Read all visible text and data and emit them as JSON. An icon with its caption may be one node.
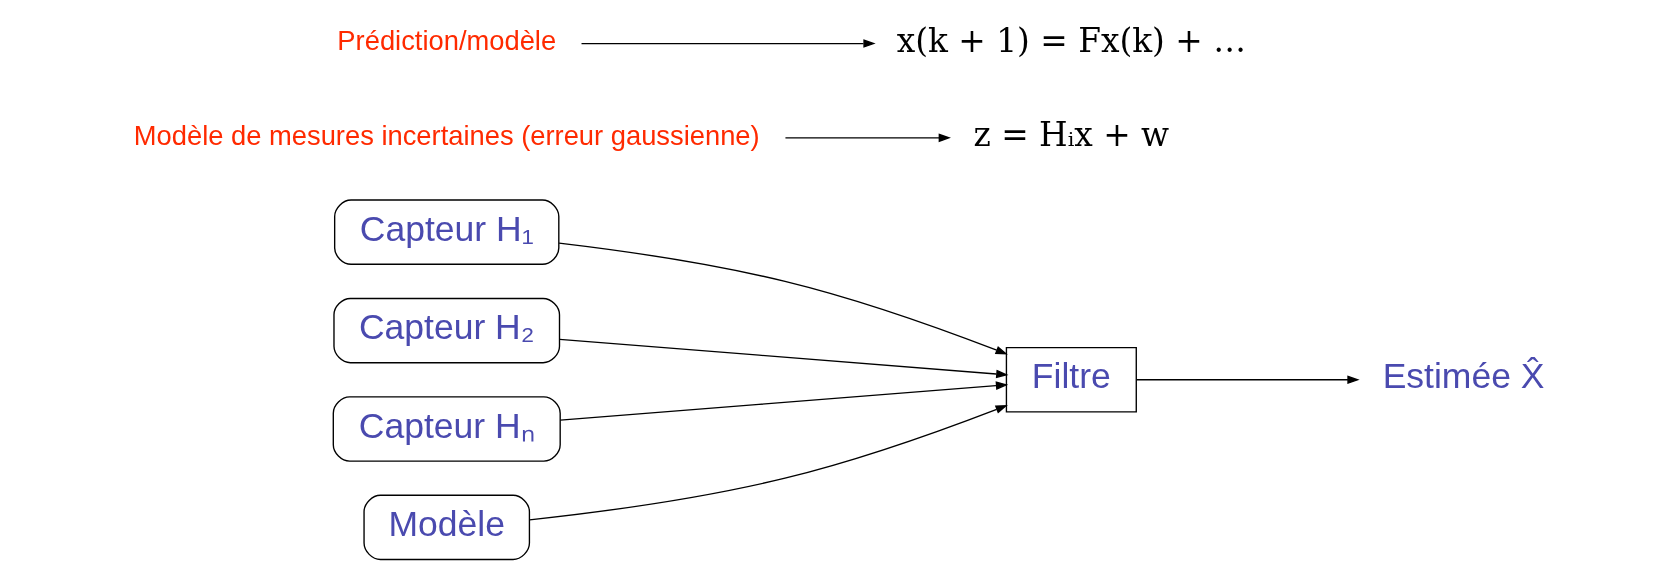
{
  "diagram": {
    "nodes": [
      {
        "text": [
          "Capteur H₁"
        ]
      },
      {
        "text": [
          "Capteur H₂"
        ]
      },
      {
        "text": [
          "Capteur Hₙ"
        ]
      },
      {
        "text": [
          "Filtre"
        ]
      },
      {
        "text": [
          "Estimée X̂"
        ]
      },
      {
        "text": [
          "Modèle"
        ]
      },
      {
        "text": [
          "z = Hᵢx + w"
        ]
      },
      {
        "text": [
          "Modèle de mesures incertaines (erreur gaussienne)"
        ]
      },
      {
        "text": [
          "x(k + 1) = Fx(k) + …"
        ]
      },
      {
        "text": [
          "Prédiction/modèle"
        ]
      }
    ],
    "edges": [
      {
        "from": 0,
        "to": 3,
        "arrow": "to"
      },
      {
        "from": 1,
        "to": 3,
        "arrow": "to"
      },
      {
        "from": 2,
        "to": 3,
        "arrow": "to"
      },
      {
        "from": 3,
        "to": 4,
        "arrow": "to"
      },
      {
        "from": 5,
        "to": 3,
        "arrow": "to"
      },
      {
        "from": 7,
        "to": 6,
        "arrow": "to"
      },
      {
        "from": 9,
        "to": 8,
        "arrow": "to"
      }
    ]
  }
}
